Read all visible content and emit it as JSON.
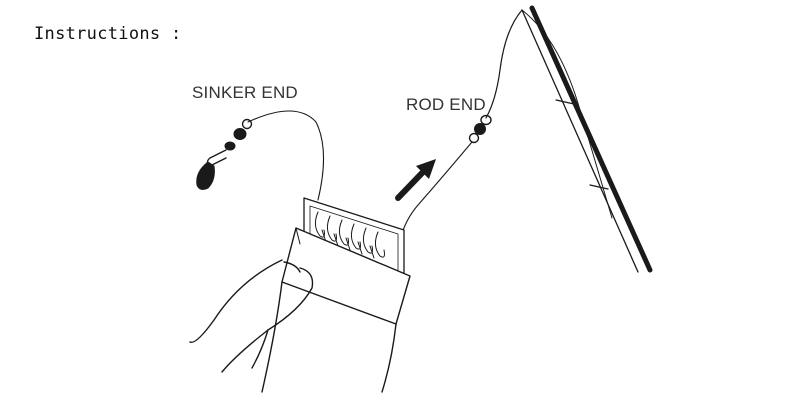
{
  "header": {
    "title": "Instructions :"
  },
  "diagram": {
    "sinker_label": "SINKER END",
    "rod_label": "ROD END"
  },
  "colors": {
    "ink": "#1a1a1a",
    "label": "#333333",
    "background": "#ffffff"
  }
}
